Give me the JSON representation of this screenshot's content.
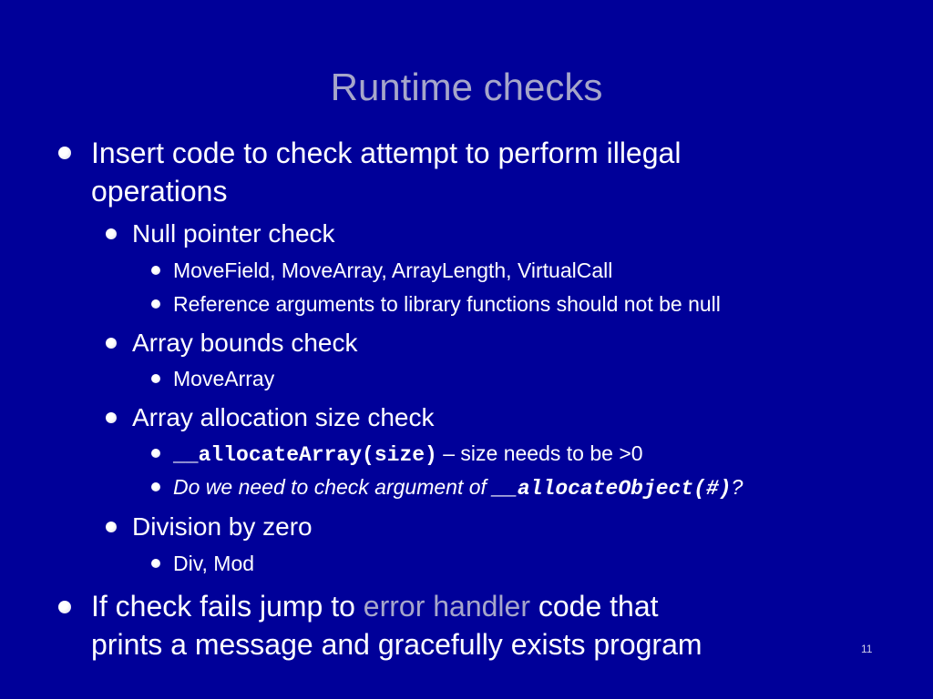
{
  "slide": {
    "title": "Runtime checks",
    "page_number": "11",
    "colors": {
      "background": "#000099",
      "title": "#a6a6ca",
      "text": "#ffffff",
      "accent": "#a6a6ca"
    },
    "bullets": {
      "b1": {
        "line1": "Insert code to check attempt to perform illegal",
        "line2": "operations"
      },
      "b1_1": {
        "text": "Null pointer check"
      },
      "b1_1_1": {
        "text": "MoveField, MoveArray, ArrayLength, VirtualCall"
      },
      "b1_1_2": {
        "text": "Reference arguments to library functions should not be null"
      },
      "b1_2": {
        "text": "Array bounds check"
      },
      "b1_2_1": {
        "text": "MoveArray"
      },
      "b1_3": {
        "text": "Array allocation size check"
      },
      "b1_3_1": {
        "code": "__allocateArray(size)",
        "text": " – size needs to be >0"
      },
      "b1_3_2": {
        "text": "Do we need to check argument of ",
        "code": "__allocateObject(#)",
        "suffix": "?"
      },
      "b1_4": {
        "text": "Division by zero"
      },
      "b1_4_1": {
        "text": "Div, Mod"
      },
      "b2": {
        "pre": "If check fails jump to ",
        "highlight": "error handler",
        "post": " code that",
        "line2": "prints a message and gracefully exists program"
      }
    }
  }
}
